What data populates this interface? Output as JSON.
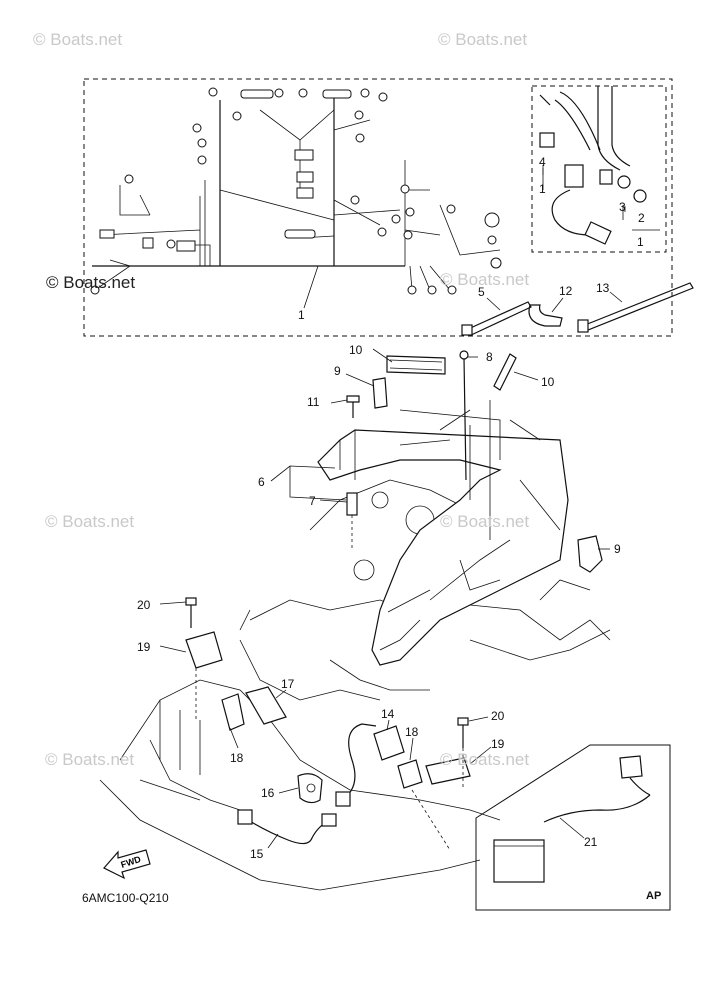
{
  "watermarks": {
    "top_left": "© Boats.net",
    "top_center": "© Boats.net",
    "harness_left": "© Boats.net",
    "harness_center": "© Boats.net",
    "mid_left": "© Boats.net",
    "mid_center": "© Boats.net",
    "lower_left": "© Boats.net",
    "lower_center": "© Boats.net"
  },
  "callouts": {
    "c1_main": "1",
    "c1_inset": "1",
    "c2": "2",
    "c3": "3",
    "c4": "4",
    "c1_small": "1",
    "c5": "5",
    "c12": "12",
    "c13": "13",
    "c10_top": "10",
    "c8": "8",
    "c9_top": "9",
    "c10_right": "10",
    "c11": "11",
    "c6": "6",
    "c7": "7",
    "c9_right": "9",
    "c20_left": "20",
    "c19_left": "19",
    "c17": "17",
    "c18_left": "18",
    "c16": "16",
    "c15": "15",
    "c14": "14",
    "c18_mid": "18",
    "c20_right": "20",
    "c19_right": "19",
    "c21": "21"
  },
  "labels": {
    "diagram_code": "6AMC100-Q210",
    "ap": "AP",
    "fwd": "FWD"
  }
}
